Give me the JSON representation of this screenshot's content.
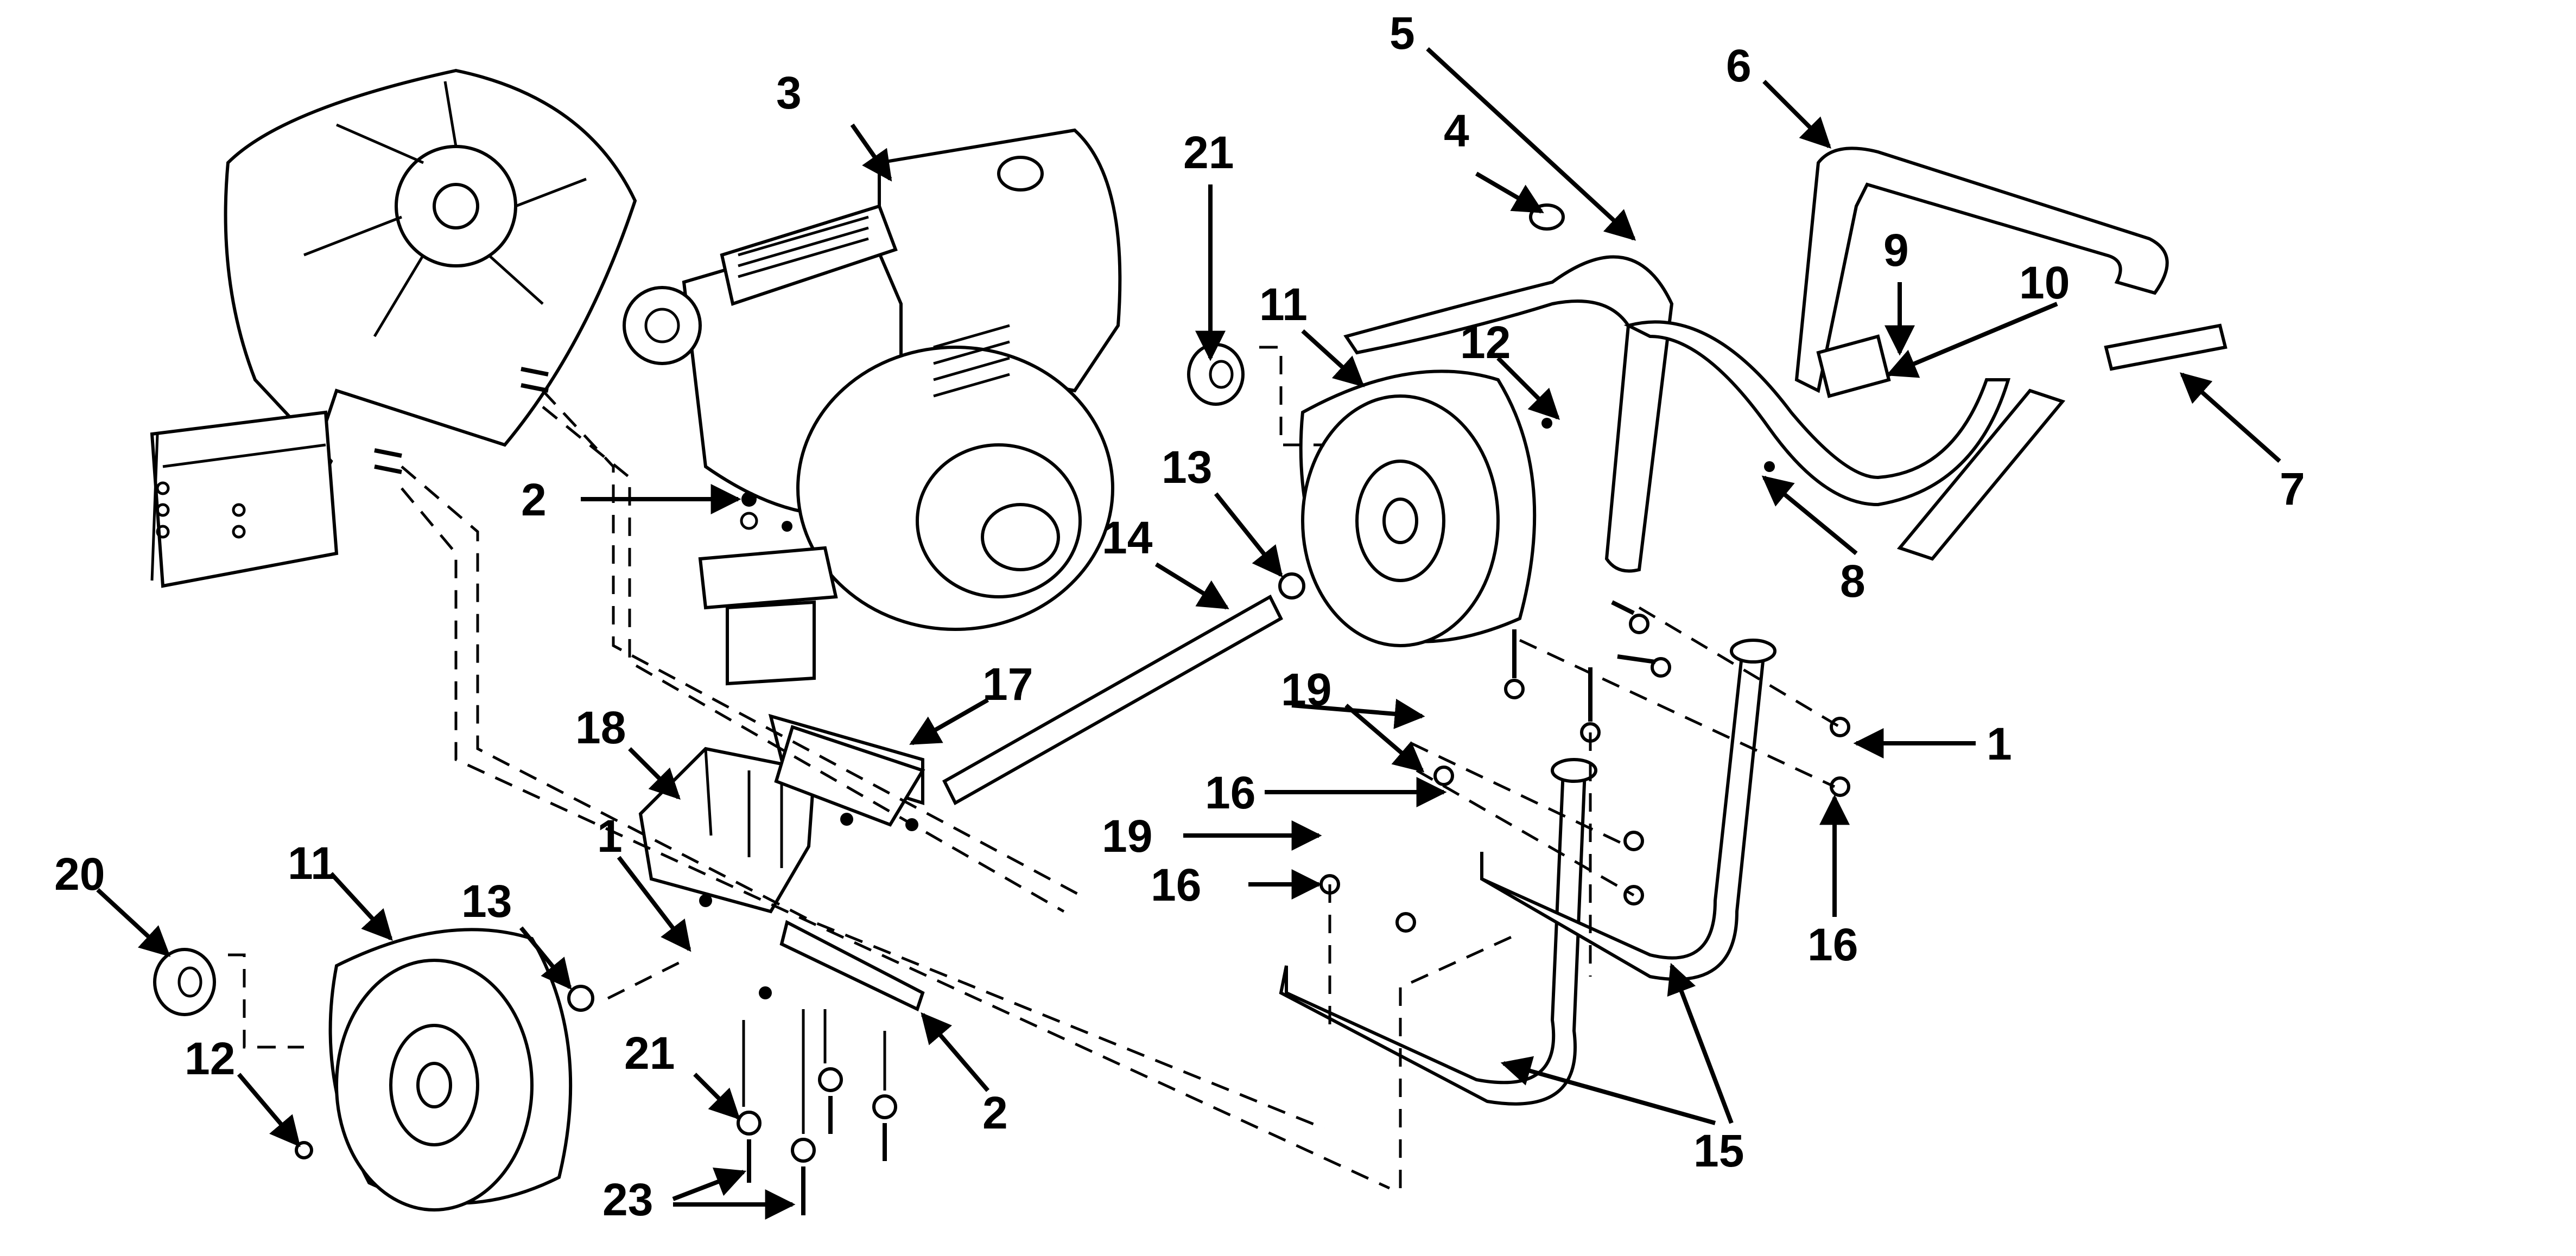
{
  "callouts": {
    "c1a": "1",
    "c1b": "1",
    "c2a": "2",
    "c2b": "2",
    "c3": "3",
    "c4": "4",
    "c5": "5",
    "c6": "6",
    "c7": "7",
    "c8": "8",
    "c9": "9",
    "c10": "10",
    "c11a": "11",
    "c11b": "11",
    "c12a": "12",
    "c12b": "12",
    "c13a": "13",
    "c13b": "13",
    "c14": "14",
    "c15": "15",
    "c16a": "16",
    "c16b": "16",
    "c16c": "16",
    "c17": "17",
    "c18": "18",
    "c19a": "19",
    "c19b": "19",
    "c20": "20",
    "c21a": "21",
    "c21b": "21",
    "c23": "23"
  },
  "icons": {
    "engine": "engine-icon",
    "blower_housing": "blower-housing-icon",
    "wheel": "wheel-icon",
    "handle": "handle-icon",
    "axle": "axle-icon",
    "bracket": "bracket-icon",
    "leg": "support-leg-icon"
  }
}
